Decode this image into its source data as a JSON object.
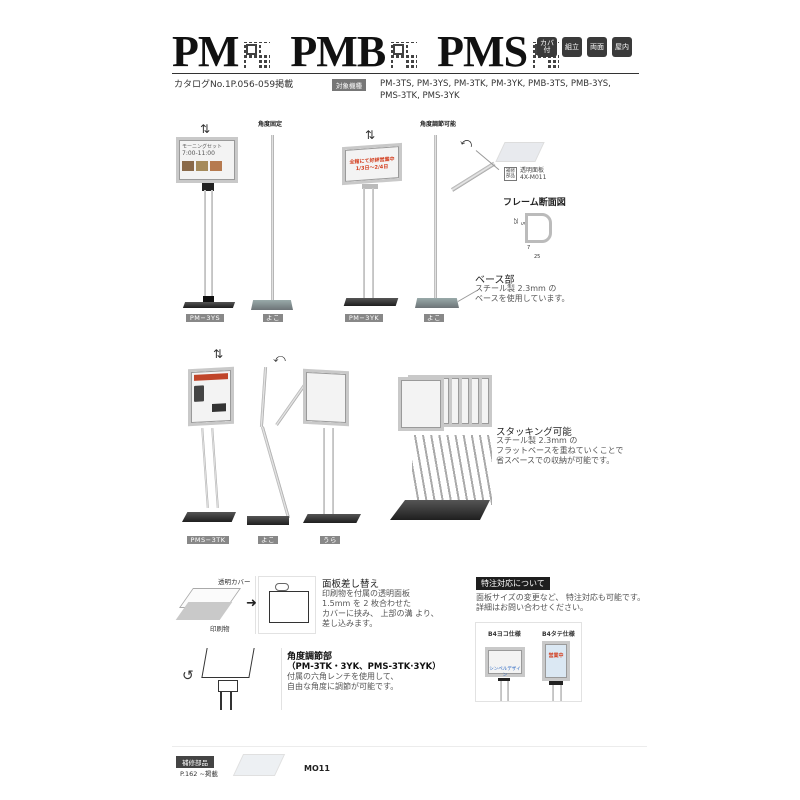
{
  "header": {
    "titles": [
      "PM",
      "PMB",
      "PMS"
    ],
    "qr_icons": [
      "qr-code-pm",
      "qr-code-pmb",
      "qr-code-pms"
    ],
    "badges": [
      "カバ付",
      "組立",
      "両面",
      "屋内"
    ],
    "catalog": "カタログNo.1P.056-059掲載",
    "target_label": "対象機種",
    "models_line1": "PM-3TS, PM-3YS, PM-3TK, PM-3YK, PMB-3TS, PMB-3YS,",
    "models_line2": "PMS-3TK, PMS-3YK"
  },
  "row1": {
    "fixed_angle_caption": "角度固定",
    "adjustable_angle_caption": "角度調節可能",
    "labels": [
      "PM−3YS",
      "よこ",
      "PM−3YK",
      "よこ"
    ],
    "sign1_lines": [
      "モーニングセット",
      "7:00-11:00"
    ],
    "sign2_lines": [
      "全館にて好評営業中",
      "1/3日〜2/4日"
    ],
    "replacement_tag": [
      "補修",
      "部品"
    ],
    "replacement_name": "透明面板",
    "replacement_code": "4X-M011",
    "section_title": "フレーム断面図",
    "dims": {
      "height": "25",
      "inner": "5",
      "notch": "7",
      "width": "25"
    },
    "base_title": "ベース部",
    "base_text_1": "スチール製 2.3mm の",
    "base_text_2": "ベースを使用しています。"
  },
  "row2": {
    "labels": [
      "PMS−3TK",
      "よこ",
      "うら"
    ],
    "stacking_title": "スタッキング可能",
    "stacking_text_1": "スチール製 2.3mm の",
    "stacking_text_2": "フラットベースを重ねていくことで",
    "stacking_text_3": "省スペースでの収納が可能です。"
  },
  "panel_swap": {
    "cover_label": "透明カバー",
    "print_label": "印刷物",
    "title": "面板差し替え",
    "text_1": "印刷物を付属の透明面板",
    "text_2": "1.5mm を 2 枚合わせた",
    "text_3": "カバーに挟み、 上部の溝 より、",
    "text_4": "差し込みます。"
  },
  "angle_adjust": {
    "title": "角度調節部",
    "models": "（PM-3TK・3YK、PMS-3TK·3YK）",
    "text_1": "付属の六角レンチを使用して、",
    "text_2": "自由な角度に調節が可能です。"
  },
  "custom_order": {
    "tag": "特注対応について",
    "text_1": "面板サイズの変更など、 特注対応も可能です。",
    "text_2": "詳細はお問い合わせください。",
    "b4_landscape": "B4ヨコ仕様",
    "b4_portrait": "B4タテ仕様",
    "landscape_sign_text": "シンペルデザイン",
    "portrait_sign_text": "営業中"
  },
  "footer": {
    "parts_tag": "補修部品",
    "parts_page": "P.162 ~掲載",
    "part_code": "MO11"
  }
}
